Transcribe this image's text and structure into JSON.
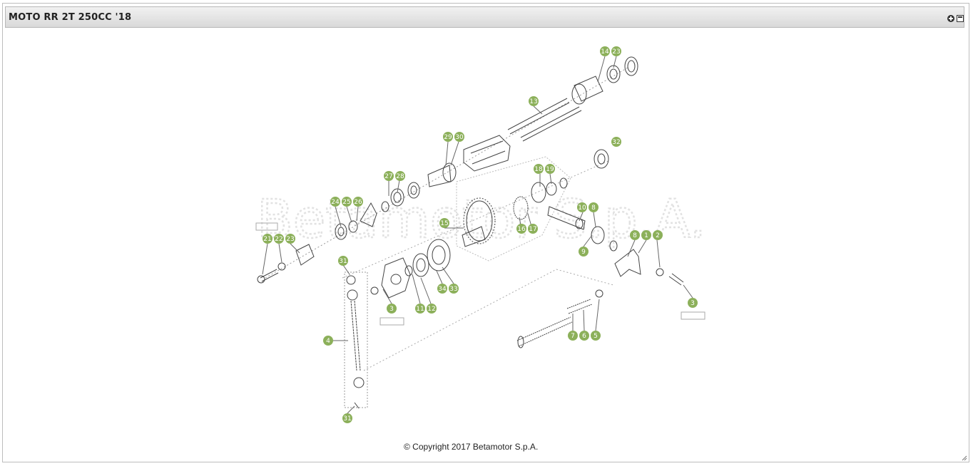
{
  "window": {
    "title": "MOTO RR 2T 250CC '18"
  },
  "toolbar": {
    "expand_icon": "plus-circle-icon",
    "window_icon": "window-icon"
  },
  "diagram": {
    "watermark": "Betamotor S.p.A.",
    "callouts": [
      "14",
      "23",
      "13",
      "29",
      "30",
      "32",
      "27",
      "28",
      "18",
      "19",
      "24",
      "25",
      "26",
      "10",
      "8",
      "15",
      "16",
      "17",
      "21",
      "22",
      "23",
      "8",
      "1",
      "2",
      "9",
      "31",
      "34",
      "33",
      "3",
      "11",
      "12",
      "3",
      "4",
      "7",
      "6",
      "5",
      "31"
    ]
  },
  "footer": {
    "copyright": "© Copyright 2017 Betamotor S.p.A."
  },
  "colors": {
    "callout_fill": "#8cb05a",
    "line": "#333333",
    "titlebar": "#dcdcdc"
  }
}
